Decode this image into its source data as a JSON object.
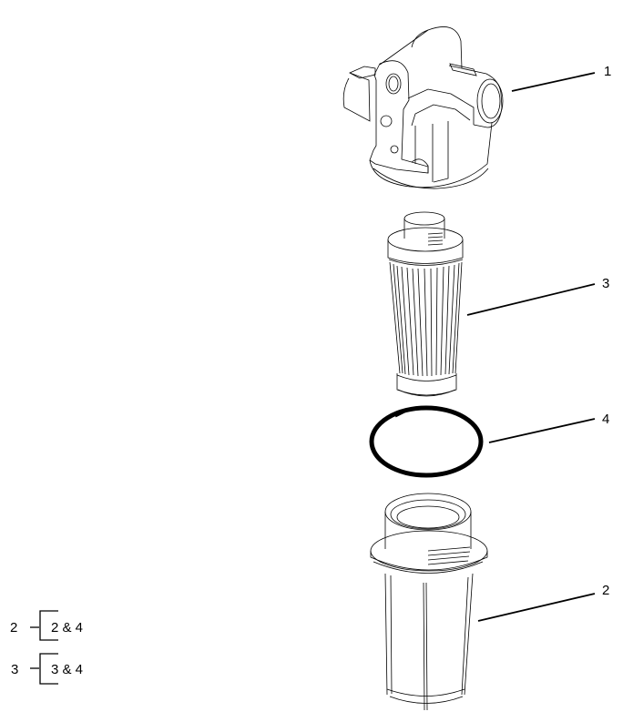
{
  "diagram": {
    "type": "exploded-parts-view",
    "parts": [
      {
        "id": "1",
        "name": "filter-head"
      },
      {
        "id": "2",
        "name": "filter-bowl"
      },
      {
        "id": "3",
        "name": "filter-element"
      },
      {
        "id": "4",
        "name": "o-ring"
      }
    ],
    "callouts": {
      "c1": "1",
      "c3": "3",
      "c4": "4",
      "c2": "2"
    },
    "legend": [
      {
        "kit": "2",
        "contents": "2 & 4"
      },
      {
        "kit": "3",
        "contents": "3 & 4"
      }
    ]
  }
}
